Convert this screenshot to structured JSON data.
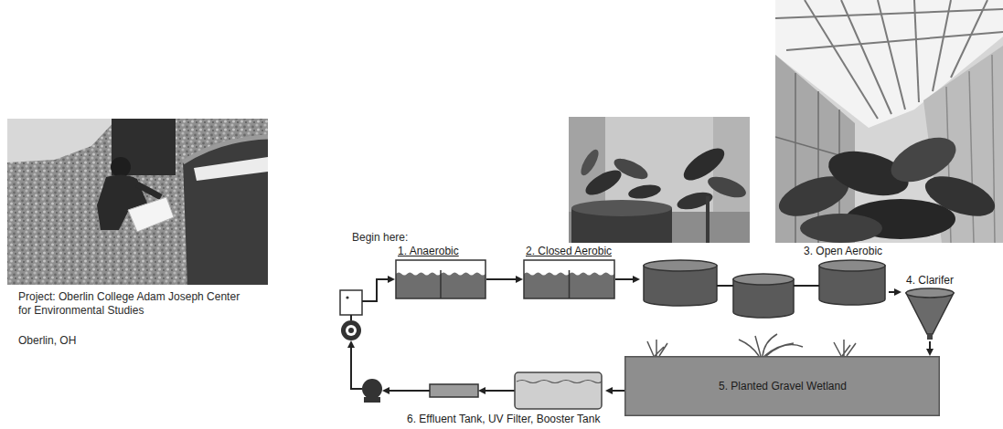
{
  "diagram": {
    "nodes": [
      {
        "text": [
          "1. Anaerobic"
        ]
      },
      {
        "text": [
          "2. Closed Aerobic"
        ]
      },
      {
        "text": [
          "3. Open Aerobic"
        ]
      },
      {
        "text": [
          "4. Clarifer"
        ]
      },
      {
        "text": [
          "5. Planted Gravel Wetland"
        ]
      },
      {
        "text": [
          "6. Effluent Tank, UV Filter, Booster Tank"
        ]
      }
    ],
    "edges": [
      {
        "from": 0,
        "to": 1,
        "arrow": "to"
      },
      {
        "from": 1,
        "to": 2,
        "arrow": "to"
      },
      {
        "from": 2,
        "to": 3,
        "arrow": "to"
      },
      {
        "from": 3,
        "to": 4,
        "arrow": "to"
      },
      {
        "from": 4,
        "to": 5,
        "arrow": "to"
      }
    ],
    "labels": [
      "Project: Oberlin College Adam Joseph Center for Environmental Studies",
      "Oberlin, OH",
      "Begin here:"
    ]
  }
}
